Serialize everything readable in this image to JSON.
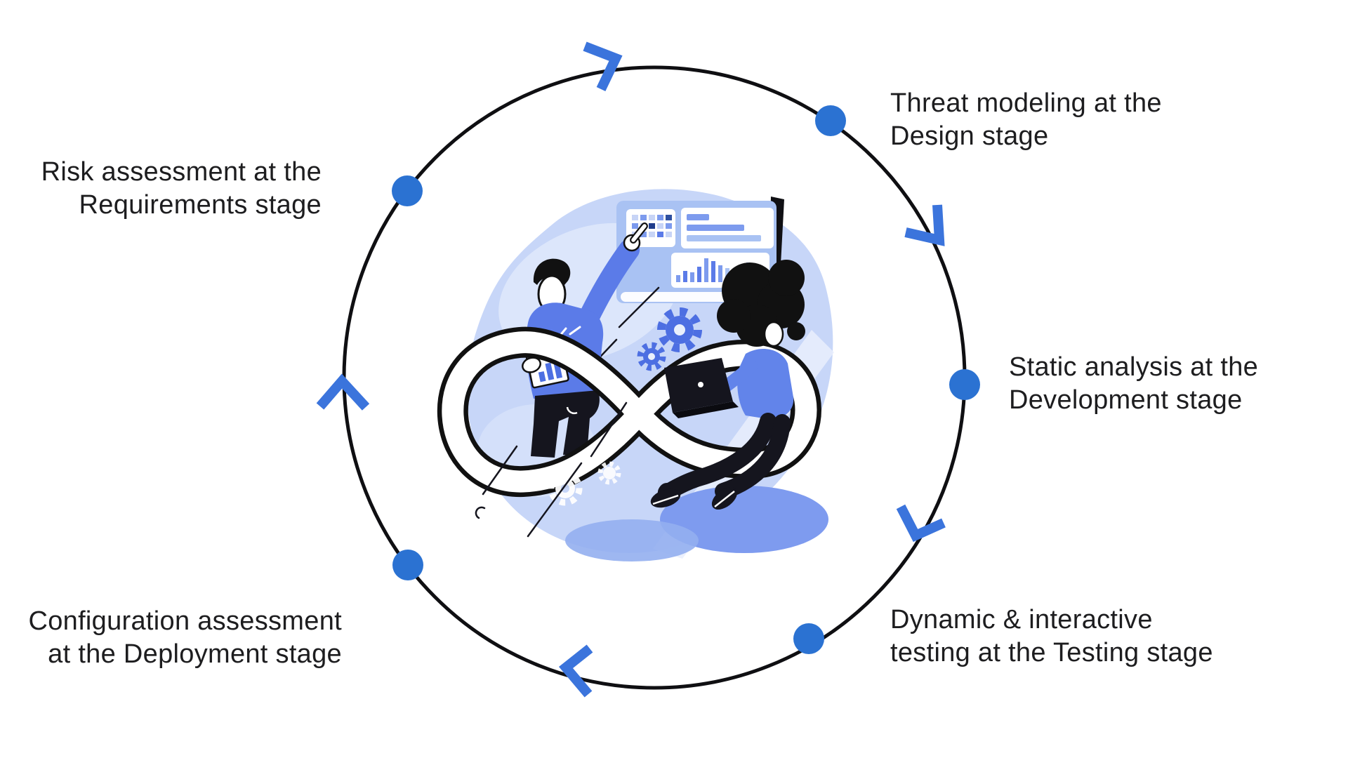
{
  "diagram": {
    "type": "circular-process-cycle",
    "direction": "clockwise",
    "illustration": "devops-team-infinity-loop-illustration",
    "nodes": [
      {
        "id": "requirements",
        "position": "top-left",
        "line1": "Risk assessment at the",
        "line2": "Requirements stage"
      },
      {
        "id": "design",
        "position": "top-right",
        "line1": "Threat modeling at the",
        "line2": "Design stage"
      },
      {
        "id": "development",
        "position": "right",
        "line1": "Static analysis at the",
        "line2": "Development stage"
      },
      {
        "id": "testing",
        "position": "bottom-right",
        "line1": "Dynamic & interactive",
        "line2": "testing at the Testing stage"
      },
      {
        "id": "deployment",
        "position": "bottom-left",
        "line1": "Configuration assessment",
        "line2": "at the Deployment stage"
      }
    ],
    "colors": {
      "background": "#FFFFFF",
      "circle_stroke": "#0F0F12",
      "node_dot": "#2B72D2",
      "arrow": "#3B74DC",
      "text": "#1D1D1F",
      "illustration_blue": "#5B7BE8",
      "illustration_light_blue": "#C7D6F8"
    }
  }
}
